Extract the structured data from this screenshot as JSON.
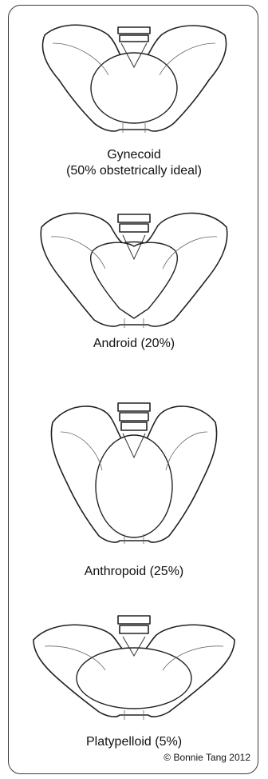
{
  "figures": [
    {
      "label": "Gynecoid",
      "sublabel": "(50% obstetrically ideal)",
      "icon": "gynecoid-pelvis-illustration"
    },
    {
      "label": "Android (20%)",
      "icon": "android-pelvis-illustration"
    },
    {
      "label": "Anthropoid (25%)",
      "icon": "anthropoid-pelvis-illustration"
    },
    {
      "label": "Platypelloid (5%)",
      "icon": "platypelloid-pelvis-illustration"
    }
  ],
  "copyright": "© Bonnie Tang 2012"
}
